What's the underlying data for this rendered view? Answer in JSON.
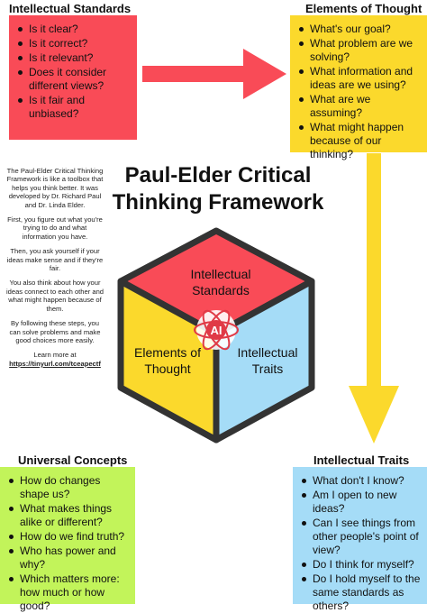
{
  "intellectual_standards": {
    "title": "Intellectual Standards",
    "items": [
      "Is it clear?",
      "Is it correct?",
      "Is it relevant?",
      "Does it consider different views?",
      "Is it fair and unbiased?"
    ]
  },
  "elements_of_thought": {
    "title": "Elements of Thought",
    "items": [
      "What's our goal?",
      "What problem are we solving?",
      "What information and ideas are we using?",
      "What are we assuming?",
      "What might happen because of our thinking?"
    ]
  },
  "universal_concepts": {
    "title": "Universal Concepts",
    "items": [
      "How do changes shape us?",
      "What makes things alike or different?",
      "How do we find truth?",
      "Who has power and why?",
      "Which matters more: how much or how good?"
    ]
  },
  "intellectual_traits": {
    "title": "Intellectual Traits",
    "items": [
      "What don't I know?",
      "Am I open to new ideas?",
      "Can I see things from other people's point of view?",
      "Do I think for myself?",
      "Do I hold myself to the same standards as others?"
    ]
  },
  "main_title": {
    "line1": "Paul-Elder Critical",
    "line2": "Thinking Framework"
  },
  "description": {
    "p1": "The Paul-Elder Critical Thinking Framework is like a toolbox that helps you think better. It was developed by Dr. Richard Paul and Dr. Linda Elder.",
    "p2": "First, you figure out what you're trying to do and what information you have.",
    "p3": "Then, you ask yourself if your ideas make sense and if they're fair.",
    "p4": "You also think about how your ideas connect to each other and what might happen because of them.",
    "p5": "By following these steps, you can solve problems and make good choices more easily.",
    "learn_more": "Learn more at",
    "link": "https://tinyurl.com/tceapectf"
  },
  "cube": {
    "top_label": "Intellectual Standards",
    "left_label": "Elements of Thought",
    "right_label": "Intellectual Traits",
    "center_logo": "AI"
  },
  "colors": {
    "red": "#f94b57",
    "yellow": "#fbd92c",
    "green": "#c2f45a",
    "blue": "#a5dcf7",
    "arrow_red": "#f94b57",
    "arrow_yellow": "#fbd92c"
  }
}
